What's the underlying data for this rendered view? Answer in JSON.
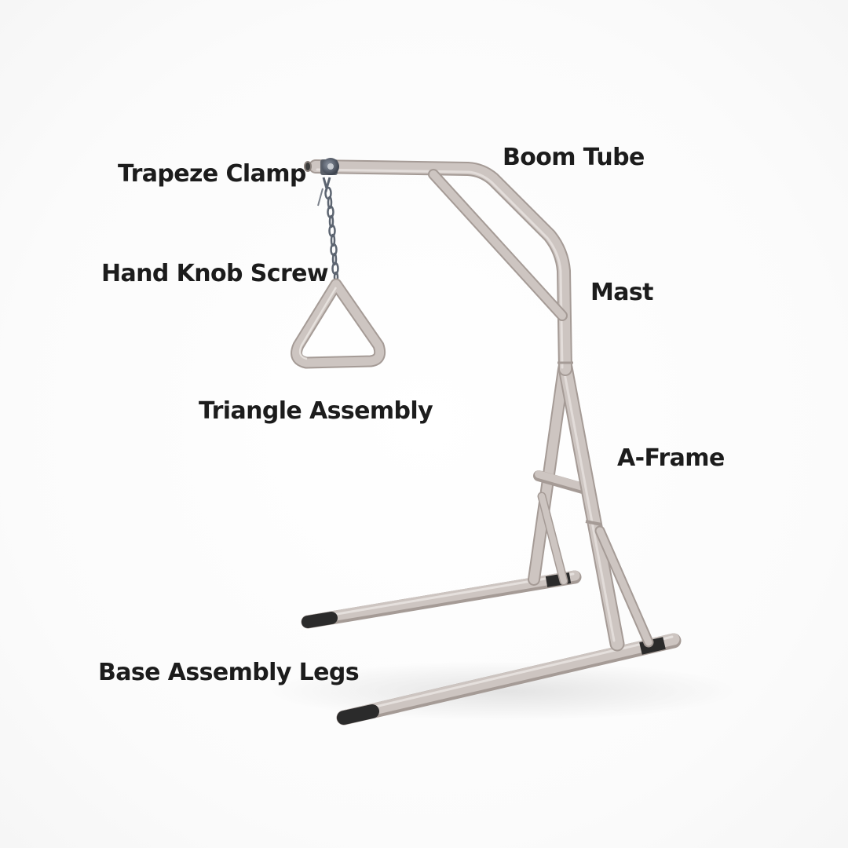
{
  "labels": {
    "trapeze_clamp": "Trapeze Clamp",
    "boom_tube": "Boom Tube",
    "hand_knob_screw": "Hand Knob Screw",
    "mast": "Mast",
    "triangle_assembly": "Triangle Assembly",
    "a_frame": "A-Frame",
    "base_assembly_legs": "Base Assembly Legs"
  },
  "colors": {
    "frame": "#cdc5c1",
    "frame_shadow": "#a59b96",
    "frame_highlight": "#ece7e4",
    "end_cap": "#2b2b2b",
    "knob": "#4a5260",
    "chain": "#5c6470",
    "label_text": "#1c1c1c"
  }
}
